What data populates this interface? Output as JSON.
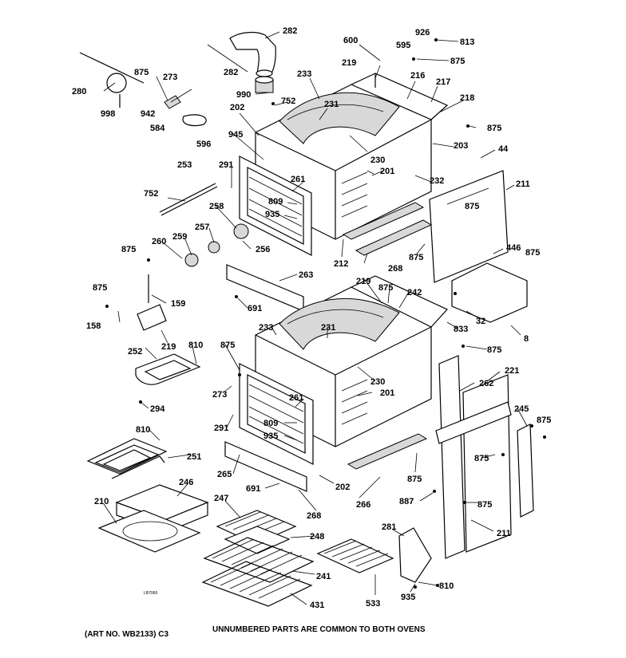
{
  "labels": {
    "l282a": "282",
    "l282b": "282",
    "l600": "600",
    "l926": "926",
    "l595": "595",
    "l813": "813",
    "l875a": "875",
    "l219a": "219",
    "l280": "280",
    "l875b": "875",
    "l273a": "273",
    "l233a": "233",
    "l216": "216",
    "l217": "217",
    "l218": "218",
    "l990": "990",
    "l752a": "752",
    "l998": "998",
    "l942": "942",
    "l231a": "231",
    "l202a": "202",
    "l875c": "875",
    "l584": "584",
    "l596": "596",
    "l945": "945",
    "l203": "203",
    "l44": "44",
    "l230a": "230",
    "l291a": "291",
    "l253": "253",
    "l201a": "201",
    "l211a": "211",
    "l261a": "261",
    "l232": "232",
    "l752b": "752",
    "l809a": "809",
    "l935a": "935",
    "l258": "258",
    "l875d": "875",
    "l257": "257",
    "l446": "446",
    "l875e": "875",
    "l260": "260",
    "l259": "259",
    "l256": "256",
    "l875f": "875",
    "l212": "212",
    "l268a": "268",
    "l263": "263",
    "l219b": "219",
    "l875g": "875",
    "l875h": "875",
    "l242": "242",
    "l159": "159",
    "l691a": "691",
    "l32": "32",
    "l833": "833",
    "l158": "158",
    "l8": "8",
    "l219c": "219",
    "l233b": "233",
    "l231b": "231",
    "l875i": "875",
    "l252": "252",
    "l810a": "810",
    "l875j": "875",
    "l230b": "230",
    "l221": "221",
    "l262": "262",
    "l201b": "201",
    "l273b": "273",
    "l294": "294",
    "l261b": "261",
    "l245": "245",
    "l875k": "875",
    "l291b": "291",
    "l809b": "809",
    "l935b": "935",
    "l810b": "810",
    "l875l": "875",
    "l251": "251",
    "l265": "265",
    "l875m": "875",
    "l691b": "691",
    "l202b": "202",
    "l266": "266",
    "l887": "887",
    "l875n": "875",
    "l246a": "246",
    "l210": "210",
    "l268b": "268",
    "l247": "247",
    "l281": "281",
    "l211b": "211",
    "l248": "248",
    "l810c": "810",
    "l241": "241",
    "l533": "533",
    "l935c": "935",
    "l431": "431"
  },
  "tiny_tag": "LB7066",
  "footer": {
    "art_no": "(ART NO. WB2133) C3",
    "note": "UNNUMBERED PARTS ARE COMMON TO BOTH OVENS"
  }
}
